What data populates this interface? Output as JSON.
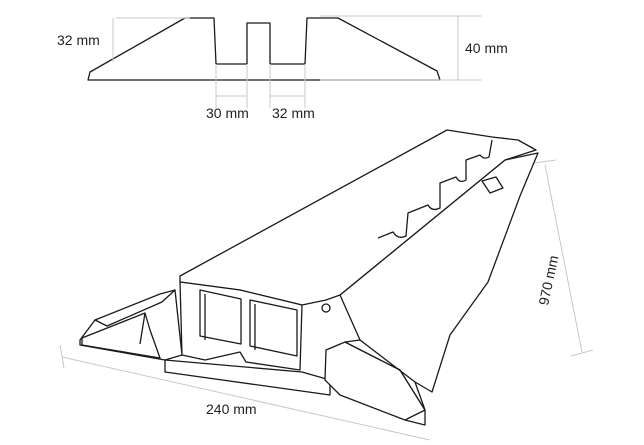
{
  "title": "",
  "colors": {
    "outline": "#1a1a1a",
    "dimension": "#c8c8c8",
    "background": "#ffffff"
  },
  "labels": {
    "top_left_height": "32 mm",
    "top_right_height": "40 mm",
    "channel_1_width": "30 mm",
    "channel_2_width": "32 mm",
    "length": "970 mm",
    "width": "240 mm"
  }
}
